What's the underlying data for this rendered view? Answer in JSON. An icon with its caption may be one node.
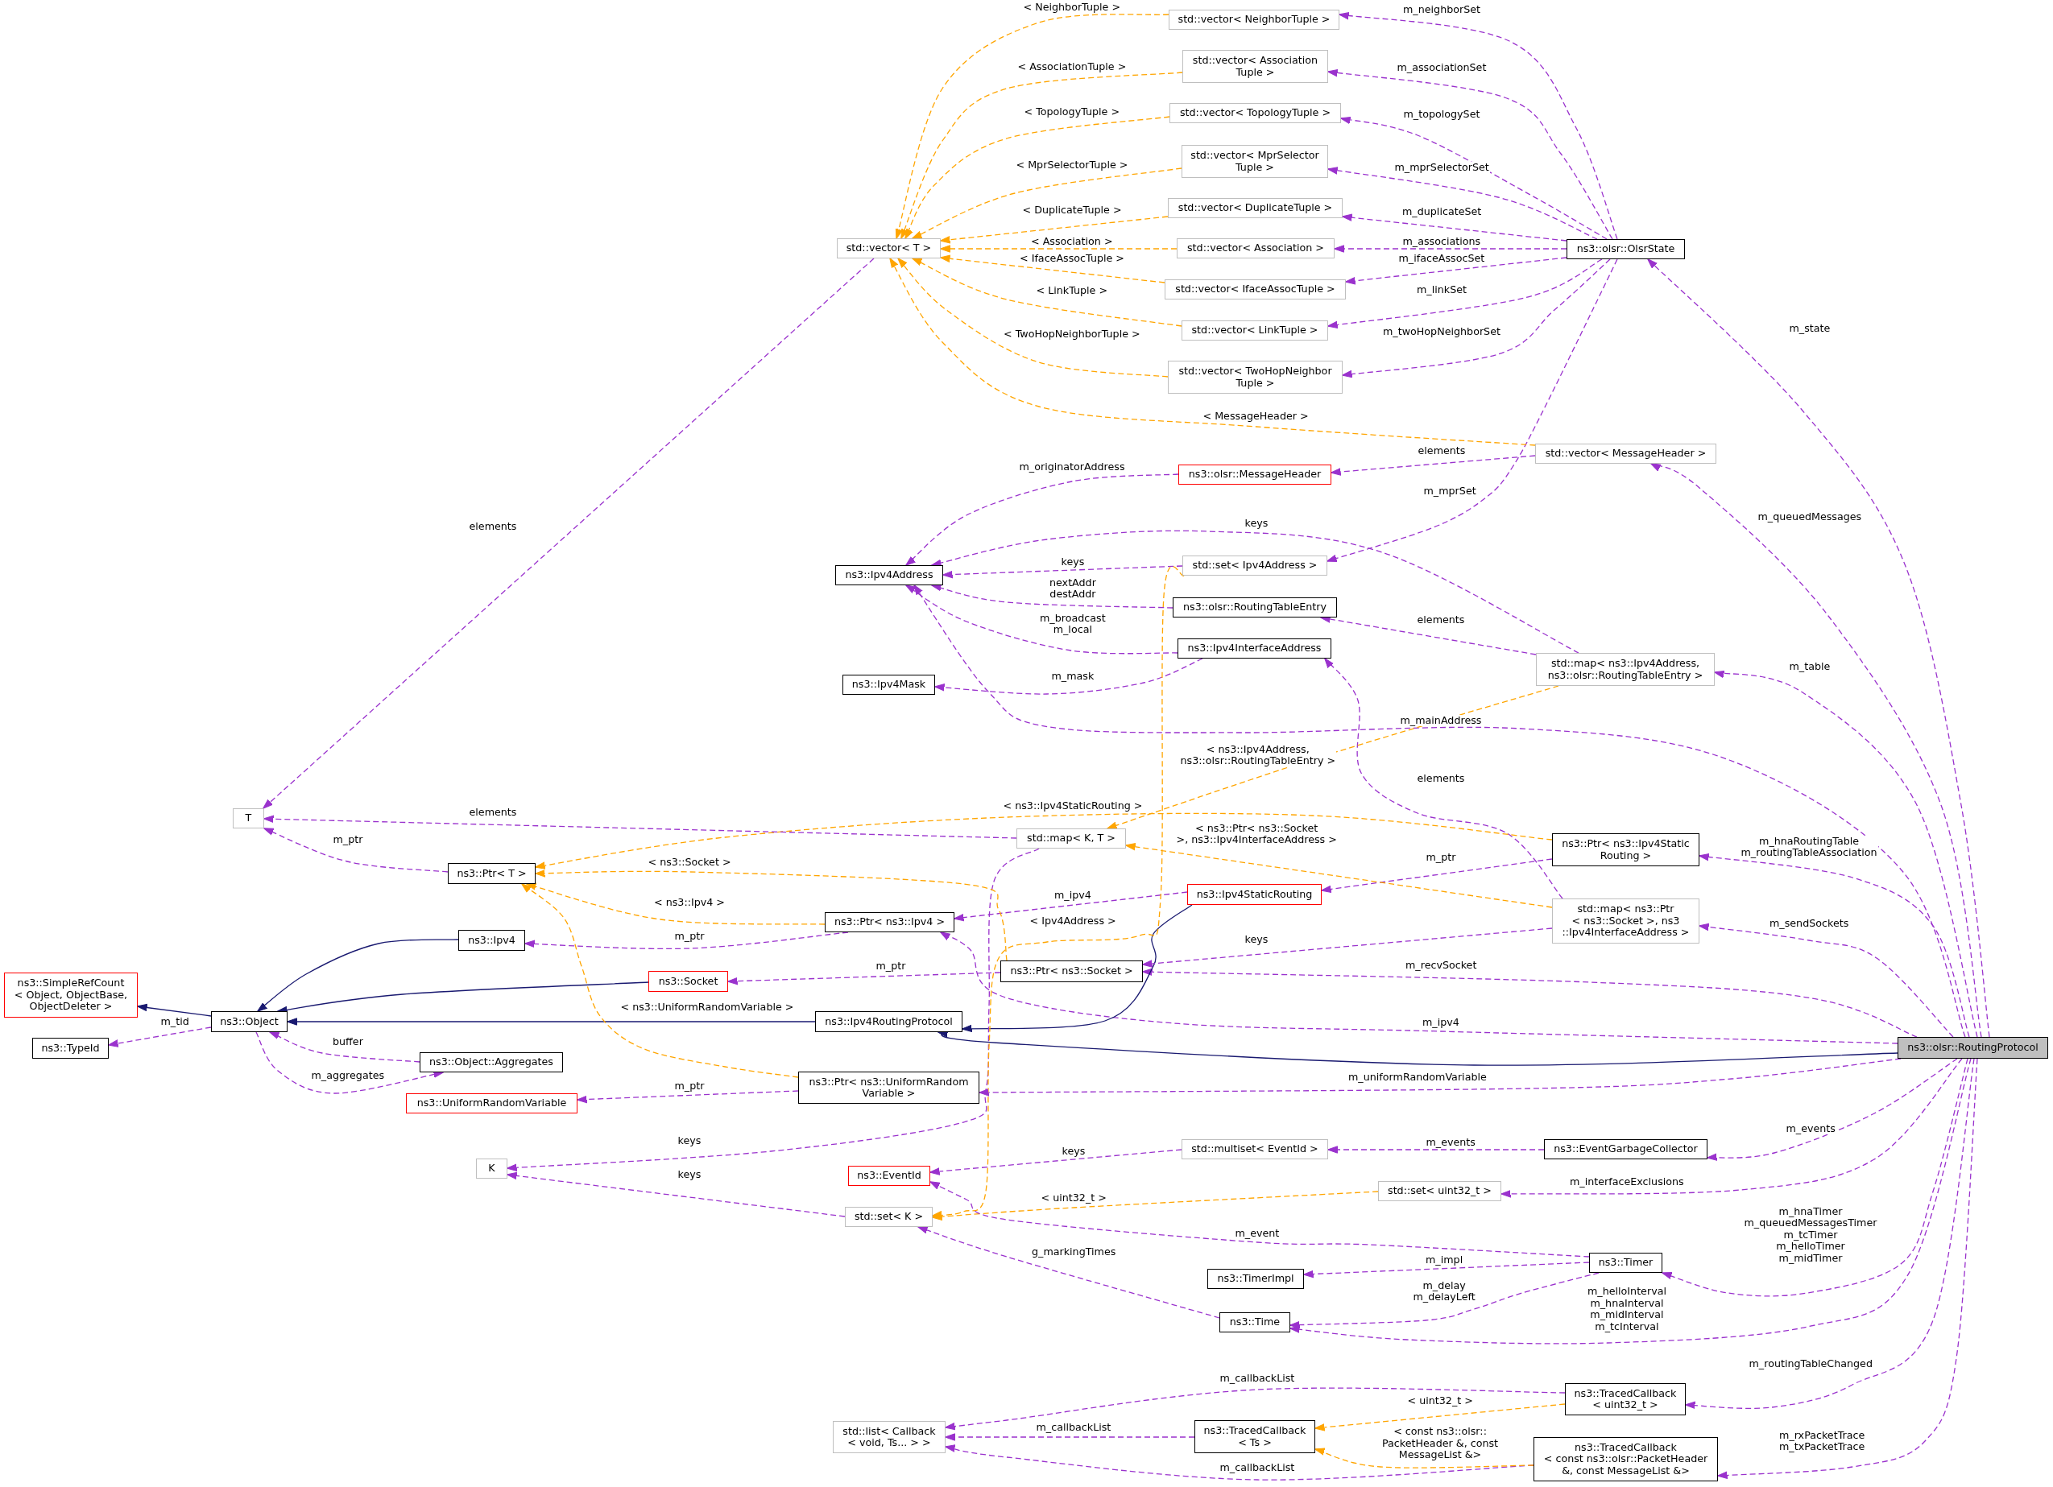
{
  "diagram": {
    "nodes": [
      {
        "text": [
          "std::vector< NeighborTuple >"
        ]
      },
      {
        "text": [
          "std::vector< Association Tuple >"
        ]
      },
      {
        "text": [
          "std::vector< TopologyTuple >"
        ]
      },
      {
        "text": [
          "std::vector< MprSelector Tuple >"
        ]
      },
      {
        "text": [
          "std::vector< DuplicateTuple >"
        ]
      },
      {
        "text": [
          "std::vector< Association >"
        ]
      },
      {
        "text": [
          "std::vector< IfaceAssocTuple >"
        ]
      },
      {
        "text": [
          "std::vector< LinkTuple >"
        ]
      },
      {
        "text": [
          "std::vector< TwoHopNeighbor Tuple >"
        ]
      },
      {
        "text": [
          "std::vector< T >"
        ]
      },
      {
        "text": [
          "ns3::olsr::OlsrState"
        ]
      },
      {
        "text": [
          "std::vector< MessageHeader >"
        ]
      },
      {
        "text": [
          "ns3::olsr::MessageHeader"
        ]
      },
      {
        "text": [
          "ns3::Ipv4Address"
        ]
      },
      {
        "text": [
          "std::set< Ipv4Address >"
        ]
      },
      {
        "text": [
          "ns3::olsr::RoutingTableEntry"
        ]
      },
      {
        "text": [
          "ns3::Ipv4InterfaceAddress"
        ]
      },
      {
        "text": [
          "ns3::Ipv4Mask"
        ]
      },
      {
        "text": [
          "std::map< ns3::Ipv4Address, ns3::olsr::RoutingTableEntry >"
        ]
      },
      {
        "text": [
          "T"
        ]
      },
      {
        "text": [
          "std::map< K, T >"
        ]
      },
      {
        "text": [
          "ns3::Ptr< T >"
        ]
      },
      {
        "text": [
          "ns3::Ptr< ns3::Ipv4Static Routing >"
        ]
      },
      {
        "text": [
          "ns3::Ipv4StaticRouting"
        ]
      },
      {
        "text": [
          "ns3::Ipv4"
        ]
      },
      {
        "text": [
          "ns3::Ptr< ns3::Ipv4 >"
        ]
      },
      {
        "text": [
          "std::map< ns3::Ptr < ns3::Socket >, ns3 ::Ipv4InterfaceAddress >"
        ]
      },
      {
        "text": [
          "ns3::SimpleRefCount < Object, ObjectBase, ObjectDeleter >"
        ]
      },
      {
        "text": [
          "ns3::Socket"
        ]
      },
      {
        "text": [
          "ns3::Ptr< ns3::Socket >"
        ]
      },
      {
        "text": [
          "ns3::Object"
        ]
      },
      {
        "text": [
          "ns3::Ipv4RoutingProtocol"
        ]
      },
      {
        "text": [
          "ns3::olsr::RoutingProtocol"
        ]
      },
      {
        "text": [
          "ns3::TypeId"
        ]
      },
      {
        "text": [
          "ns3::Object::Aggregates"
        ]
      },
      {
        "text": [
          "ns3::UniformRandomVariable"
        ]
      },
      {
        "text": [
          "ns3::Ptr< ns3::UniformRandom Variable >"
        ]
      },
      {
        "text": [
          "K"
        ]
      },
      {
        "text": [
          "ns3::EventId"
        ]
      },
      {
        "text": [
          "std::multiset< EventId >"
        ]
      },
      {
        "text": [
          "ns3::EventGarbageCollector"
        ]
      },
      {
        "text": [
          "std::set< uint32_t >"
        ]
      },
      {
        "text": [
          "std::set< K >"
        ]
      },
      {
        "text": [
          "ns3::Timer"
        ]
      },
      {
        "text": [
          "ns3::TimerImpl"
        ]
      },
      {
        "text": [
          "ns3::Time"
        ]
      },
      {
        "text": [
          "ns3::TracedCallback < uint32_t >"
        ]
      },
      {
        "text": [
          "std::list< Callback < void, Ts... > >"
        ]
      },
      {
        "text": [
          "ns3::TracedCallback < Ts >"
        ]
      },
      {
        "text": [
          "ns3::TracedCallback < const ns3::olsr::PacketHeader &, const MessageList &>"
        ]
      }
    ],
    "edges": [
      {
        "from": 10,
        "to": 0,
        "arrow": "to",
        "label": "m_neighborSet",
        "style": "dashed"
      },
      {
        "from": 10,
        "to": 1,
        "arrow": "to",
        "label": "m_associationSet",
        "style": "dashed"
      },
      {
        "from": 10,
        "to": 2,
        "arrow": "to",
        "label": "m_topologySet",
        "style": "dashed"
      },
      {
        "from": 10,
        "to": 3,
        "arrow": "to",
        "label": "m_mprSelectorSet",
        "style": "dashed"
      },
      {
        "from": 10,
        "to": 4,
        "arrow": "to",
        "label": "m_duplicateSet",
        "style": "dashed"
      },
      {
        "from": 10,
        "to": 5,
        "arrow": "to",
        "label": "m_associations",
        "style": "dashed"
      },
      {
        "from": 10,
        "to": 6,
        "arrow": "to",
        "label": "m_ifaceAssocSet",
        "style": "dashed"
      },
      {
        "from": 10,
        "to": 7,
        "arrow": "to",
        "label": "m_linkSet",
        "style": "dashed"
      },
      {
        "from": 10,
        "to": 8,
        "arrow": "to",
        "label": "m_twoHopNeighborSet",
        "style": "dashed"
      },
      {
        "from": 10,
        "to": 14,
        "arrow": "to",
        "label": "m_mprSet",
        "style": "dashed"
      },
      {
        "from": 0,
        "to": 9,
        "arrow": "to",
        "label": "< NeighborTuple >",
        "style": "dashed",
        "color": "#ffa500"
      },
      {
        "from": 1,
        "to": 9,
        "arrow": "to",
        "label": "< AssociationTuple >",
        "style": "dashed",
        "color": "#ffa500"
      },
      {
        "from": 2,
        "to": 9,
        "arrow": "to",
        "label": "< TopologyTuple >",
        "style": "dashed",
        "color": "#ffa500"
      },
      {
        "from": 3,
        "to": 9,
        "arrow": "to",
        "label": "< MprSelectorTuple >",
        "style": "dashed",
        "color": "#ffa500"
      },
      {
        "from": 4,
        "to": 9,
        "arrow": "to",
        "label": "< DuplicateTuple >",
        "style": "dashed",
        "color": "#ffa500"
      },
      {
        "from": 5,
        "to": 9,
        "arrow": "to",
        "label": "< Association >",
        "style": "dashed",
        "color": "#ffa500"
      },
      {
        "from": 6,
        "to": 9,
        "arrow": "to",
        "label": "< IfaceAssocTuple >",
        "style": "dashed",
        "color": "#ffa500"
      },
      {
        "from": 7,
        "to": 9,
        "arrow": "to",
        "label": "< LinkTuple >",
        "style": "dashed",
        "color": "#ffa500"
      },
      {
        "from": 8,
        "to": 9,
        "arrow": "to",
        "label": "< TwoHopNeighborTuple >",
        "style": "dashed",
        "color": "#ffa500"
      },
      {
        "from": 11,
        "to": 9,
        "arrow": "to",
        "label": "< MessageHeader >",
        "style": "dashed",
        "color": "#ffa500"
      },
      {
        "from": 9,
        "to": 19,
        "arrow": "to",
        "label": "elements",
        "style": "dashed"
      },
      {
        "from": 11,
        "to": 12,
        "arrow": "to",
        "label": "elements",
        "style": "dashed"
      },
      {
        "from": 12,
        "to": 13,
        "arrow": "to",
        "label": "m_originatorAddress",
        "style": "dashed"
      },
      {
        "from": 14,
        "to": 13,
        "arrow": "to",
        "label": "keys",
        "style": "dashed"
      },
      {
        "from": 15,
        "to": 13,
        "arrow": "to",
        "label": "nextAddr destAddr",
        "style": "dashed"
      },
      {
        "from": 16,
        "to": 13,
        "arrow": "to",
        "label": "m_broadcast m_local",
        "style": "dashed"
      },
      {
        "from": 16,
        "to": 17,
        "arrow": "to",
        "label": "m_mask",
        "style": "dashed"
      },
      {
        "from": 18,
        "to": 13,
        "arrow": "to",
        "label": "keys",
        "style": "dashed"
      },
      {
        "from": 18,
        "to": 15,
        "arrow": "to",
        "label": "elements",
        "style": "dashed"
      },
      {
        "from": 32,
        "to": 13,
        "arrow": "to",
        "label": "m_mainAddress",
        "style": "dashed"
      },
      {
        "from": 26,
        "to": 16,
        "arrow": "to",
        "label": "elements",
        "style": "dashed"
      },
      {
        "from": 32,
        "to": 10,
        "arrow": "to",
        "label": "m_state",
        "style": "dashed"
      },
      {
        "from": 32,
        "to": 11,
        "arrow": "to",
        "label": "m_queuedMessages",
        "style": "dashed"
      },
      {
        "from": 32,
        "to": 18,
        "arrow": "to",
        "label": "m_table",
        "style": "dashed"
      },
      {
        "from": 32,
        "to": 22,
        "arrow": "to",
        "label": "m_hnaRoutingTable m_routingTableAssociation",
        "style": "dashed"
      },
      {
        "from": 32,
        "to": 26,
        "arrow": "to",
        "label": "m_sendSockets",
        "style": "dashed"
      },
      {
        "from": 32,
        "to": 29,
        "arrow": "to",
        "label": "m_recvSocket",
        "style": "dashed"
      },
      {
        "from": 32,
        "to": 25,
        "arrow": "to",
        "label": "m_ipv4",
        "style": "dashed"
      },
      {
        "from": 32,
        "to": 31,
        "arrow": "to",
        "color": "#191970"
      },
      {
        "from": 23,
        "to": 31,
        "arrow": "to",
        "color": "#191970"
      },
      {
        "from": 31,
        "to": 30,
        "arrow": "to",
        "color": "#191970"
      },
      {
        "from": 28,
        "to": 30,
        "arrow": "to",
        "color": "#191970"
      },
      {
        "from": 24,
        "to": 30,
        "arrow": "to",
        "color": "#191970"
      },
      {
        "from": 30,
        "to": 27,
        "arrow": "to",
        "color": "#191970"
      },
      {
        "from": 22,
        "to": 23,
        "arrow": "to",
        "label": "m_ptr",
        "style": "dashed"
      },
      {
        "from": 23,
        "to": 25,
        "arrow": "to",
        "label": "m_ipv4",
        "style": "dashed"
      },
      {
        "from": 22,
        "to": 21,
        "arrow": "to",
        "label": "< ns3::Ipv4StaticRouting >",
        "style": "dashed",
        "color": "#ffa500"
      },
      {
        "from": 18,
        "to": 20,
        "arrow": "to",
        "label": "< ns3::Ipv4Address, ns3::olsr::RoutingTableEntry >",
        "style": "dashed",
        "color": "#ffa500"
      },
      {
        "from": 26,
        "to": 20,
        "arrow": "to",
        "label": "< ns3::Ptr< ns3::Socket >, ns3::Ipv4InterfaceAddress >",
        "style": "dashed",
        "color": "#ffa500"
      },
      {
        "from": 26,
        "to": 29,
        "arrow": "to",
        "label": "keys",
        "style": "dashed"
      },
      {
        "from": 20,
        "to": 19,
        "arrow": "to",
        "label": "elements",
        "style": "dashed"
      },
      {
        "from": 20,
        "to": 37,
        "arrow": "to",
        "label": "keys",
        "style": "dashed"
      },
      {
        "from": 21,
        "to": 19,
        "arrow": "to",
        "label": "m_ptr",
        "style": "dashed"
      },
      {
        "from": 29,
        "to": 21,
        "arrow": "to",
        "label": "< ns3::Socket >",
        "style": "dashed",
        "color": "#ffa500"
      },
      {
        "from": 25,
        "to": 21,
        "arrow": "to",
        "label": "< ns3::Ipv4 >",
        "style": "dashed",
        "color": "#ffa500"
      },
      {
        "from": 36,
        "to": 21,
        "arrow": "to",
        "label": "< ns3::UniformRandomVariable >",
        "style": "dashed",
        "color": "#ffa500"
      },
      {
        "from": 25,
        "to": 24,
        "arrow": "to",
        "label": "m_ptr",
        "style": "dashed"
      },
      {
        "from": 29,
        "to": 28,
        "arrow": "to",
        "label": "m_ptr",
        "style": "dashed"
      },
      {
        "from": 36,
        "to": 35,
        "arrow": "to",
        "label": "m_ptr",
        "style": "dashed"
      },
      {
        "from": 30,
        "to": 33,
        "arrow": "to",
        "label": "m_tid",
        "style": "dashed"
      },
      {
        "from": 34,
        "to": 30,
        "arrow": "to",
        "label": "buffer",
        "style": "dashed"
      },
      {
        "from": 30,
        "to": 34,
        "arrow": "to",
        "label": "m_aggregates",
        "style": "dashed"
      },
      {
        "from": 14,
        "to": 42,
        "arrow": "to",
        "label": "< Ipv4Address >",
        "style": "dashed",
        "color": "#ffa500"
      },
      {
        "from": 41,
        "to": 42,
        "arrow": "to",
        "label": "< uint32_t >",
        "style": "dashed",
        "color": "#ffa500"
      },
      {
        "from": 42,
        "to": 37,
        "arrow": "to",
        "label": "keys",
        "style": "dashed"
      },
      {
        "from": 39,
        "to": 38,
        "arrow": "to",
        "label": "keys",
        "style": "dashed"
      },
      {
        "from": 40,
        "to": 39,
        "arrow": "to",
        "label": "m_events",
        "style": "dashed"
      },
      {
        "from": 43,
        "to": 38,
        "arrow": "to",
        "label": "m_event",
        "style": "dashed"
      },
      {
        "from": 43,
        "to": 44,
        "arrow": "to",
        "label": "m_impl",
        "style": "dashed"
      },
      {
        "from": 43,
        "to": 45,
        "arrow": "to",
        "label": "m_delay m_delayLeft",
        "style": "dashed"
      },
      {
        "from": 45,
        "to": 42,
        "arrow": "to",
        "label": "g_markingTimes",
        "style": "dashed"
      },
      {
        "from": 32,
        "to": 40,
        "arrow": "to",
        "label": "m_events",
        "style": "dashed"
      },
      {
        "from": 32,
        "to": 41,
        "arrow": "to",
        "label": "m_interfaceExclusions",
        "style": "dashed"
      },
      {
        "from": 32,
        "to": 43,
        "arrow": "to",
        "label": "m_hnaTimer m_queuedMessagesTimer m_tcTimer m_helloTimer m_midTimer",
        "style": "dashed"
      },
      {
        "from": 32,
        "to": 45,
        "arrow": "to",
        "label": "m_helloInterval m_hnaInterval m_midInterval m_tcInterval",
        "style": "dashed"
      },
      {
        "from": 32,
        "to": 46,
        "arrow": "to",
        "label": "m_routingTableChanged",
        "style": "dashed"
      },
      {
        "from": 32,
        "to": 49,
        "arrow": "to",
        "label": "m_rxPacketTrace m_txPacketTrace",
        "style": "dashed"
      },
      {
        "from": 46,
        "to": 47,
        "arrow": "to",
        "label": "m_callbackList",
        "style": "dashed"
      },
      {
        "from": 48,
        "to": 47,
        "arrow": "to",
        "label": "m_callbackList",
        "style": "dashed"
      },
      {
        "from": 49,
        "to": 47,
        "arrow": "to",
        "label": "m_callbackList",
        "style": "dashed"
      },
      {
        "from": 46,
        "to": 48,
        "arrow": "to",
        "label": "< uint32_t >",
        "style": "dashed",
        "color": "#ffa500"
      },
      {
        "from": 49,
        "to": 48,
        "arrow": "to",
        "label": "< const ns3::olsr:: PacketHeader &, const MessageList &>",
        "style": "dashed",
        "color": "#ffa500"
      },
      {
        "from": 32,
        "to": 36,
        "arrow": "to",
        "label": "m_uniformRandomVariable",
        "style": "dashed"
      }
    ]
  }
}
